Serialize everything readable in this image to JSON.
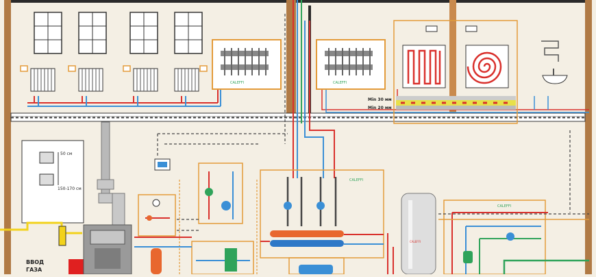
{
  "labels": {
    "gas_inlet_line1": "ВВОД",
    "gas_inlet_line2": "ГАЗА",
    "dim_50": "50 см",
    "dim_150_170": "150-170 см",
    "min_30": "Min 30 мм",
    "min_20": "Min 20 мм",
    "brand": "CALEFFI"
  },
  "colors": {
    "wall": "#b07a45",
    "background": "#f4efe4",
    "hot_pipe": "#d9302c",
    "cold_pipe": "#3a8fd6",
    "supply_green": "#2fa35a",
    "highlight_box": "#e39b3a",
    "dashed_line": "#444444",
    "gas_yellow": "#f2d21b",
    "collector_orange": "#e8672e",
    "collector_blue": "#2e78c7"
  }
}
